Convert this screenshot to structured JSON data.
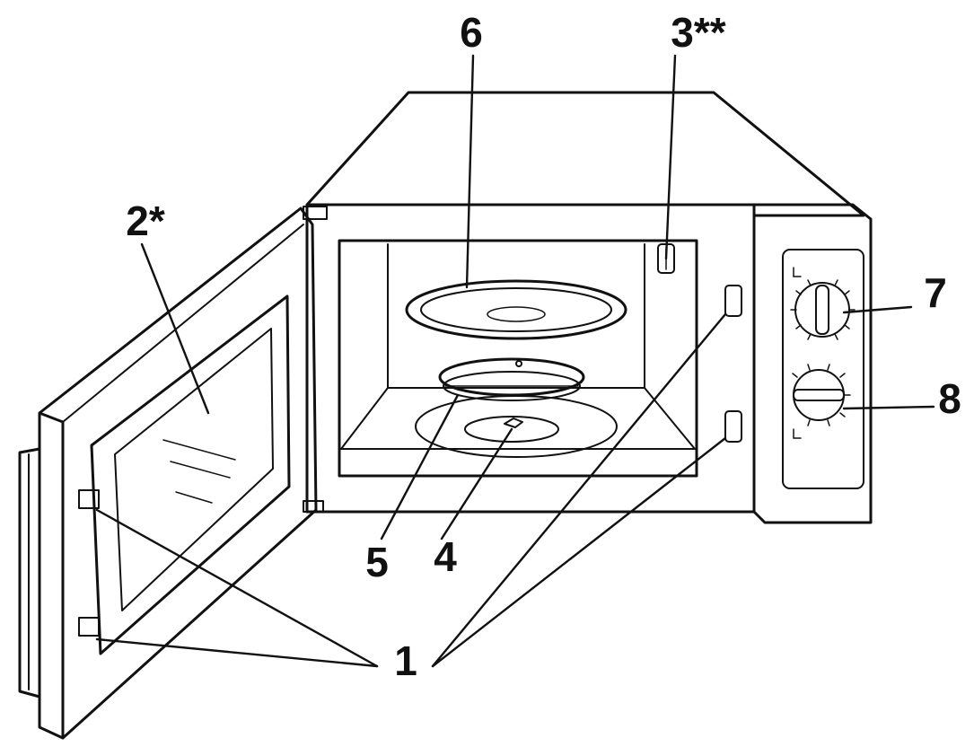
{
  "callouts": {
    "door_hooks": "1",
    "door_window": "2*",
    "waveguide_cover": "3**",
    "coupler": "4",
    "roller_ring": "5",
    "glass_tray": "6",
    "control_knob_upper": "7",
    "control_knob_lower": "8"
  },
  "colors": {
    "ink": "#111111",
    "paper": "#ffffff"
  }
}
